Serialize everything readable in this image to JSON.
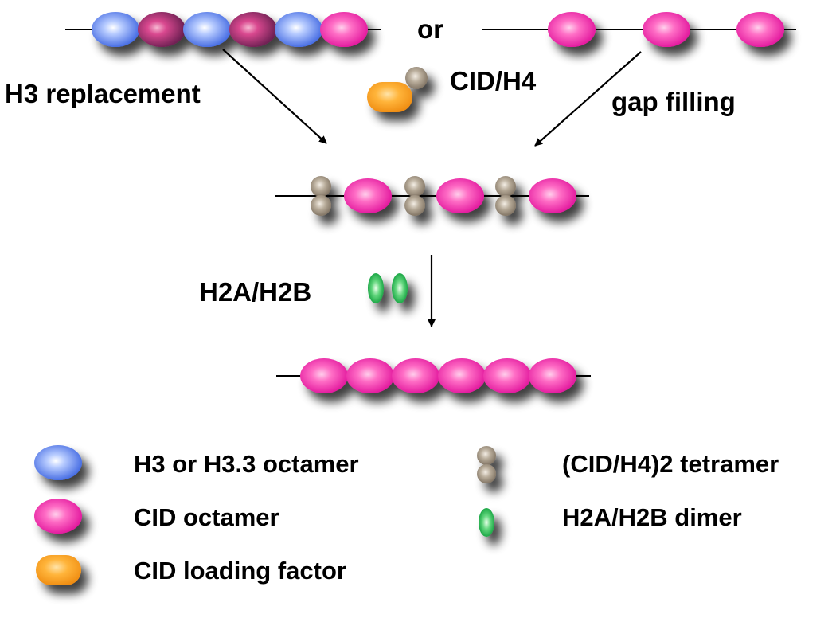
{
  "labels": {
    "or": "or",
    "h3_replacement": "H3 replacement",
    "cid_h4": "CID/H4",
    "gap_filling": "gap filling",
    "h2a_h2b": "H2A/H2B"
  },
  "legend": {
    "h3_octamer": "H3 or H3.3 octamer",
    "cid_octamer": "CID octamer",
    "cid_loading_factor": "CID loading factor",
    "tetramer": "(CID/H4)2 tetramer",
    "h2a_h2b_dimer": "H2A/H2B dimer"
  },
  "colors": {
    "h3_octamer": "#3f6fe6",
    "cid_octamer": "#e0139a",
    "cid_loading_factor": "#f39a12",
    "tetramer": "#8f8170",
    "h2a_h2b_dimer": "#16b04a",
    "dna_line": "#000000"
  }
}
